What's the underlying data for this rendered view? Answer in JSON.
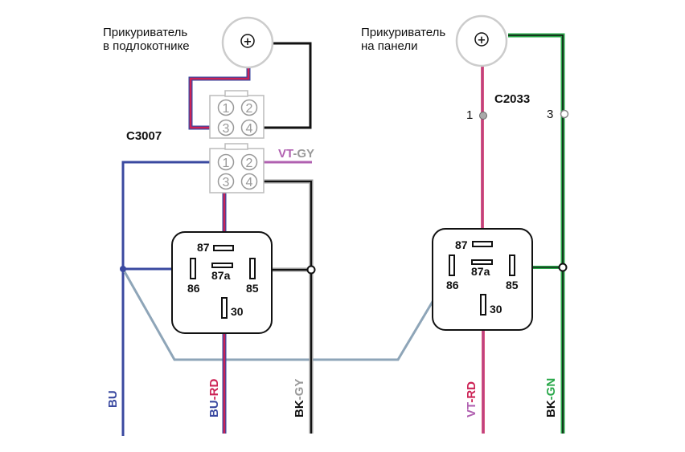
{
  "lighters": {
    "left": {
      "label_line1": "Прикуриватель",
      "label_line2": "в подлокотнике",
      "symbol": "+"
    },
    "right": {
      "label_line1": "Прикуриватель",
      "label_line2": "на панели",
      "symbol": "+"
    }
  },
  "connectors": {
    "c3007": {
      "name": "C3007",
      "upper_pins": [
        "1",
        "2",
        "3",
        "4"
      ],
      "lower_pins": [
        "1",
        "2",
        "3",
        "4"
      ]
    },
    "c2033": {
      "name": "C2033",
      "pin_left": "1",
      "pin_right": "3"
    }
  },
  "relays": {
    "left": {
      "pin_87": "87",
      "pin_87a": "87a",
      "pin_86": "86",
      "pin_85": "85",
      "pin_30": "30"
    },
    "right": {
      "pin_87": "87",
      "pin_87a": "87a",
      "pin_86": "86",
      "pin_85": "85",
      "pin_30": "30"
    }
  },
  "wire_labels": {
    "vt_gy": {
      "a": "VT",
      "sep": "-",
      "b": "GY"
    },
    "bu": {
      "a": "BU"
    },
    "bu_rd": {
      "a": "BU",
      "sep": "-",
      "b": "RD"
    },
    "bk_gy": {
      "a": "BK",
      "sep": "-",
      "b": "GY"
    },
    "vt_rd": {
      "a": "VT",
      "sep": "-",
      "b": "RD"
    },
    "bk_gn": {
      "a": "BK",
      "sep": "-",
      "b": "GN"
    }
  },
  "colors": {
    "blue": "#3a49a0",
    "red": "#cc2255",
    "violet": "#b060b0",
    "green": "#2aa84a",
    "black": "#111111",
    "gray": "#999999",
    "light_gray": "#bbbbbb",
    "signal": "#8ea5b8"
  }
}
